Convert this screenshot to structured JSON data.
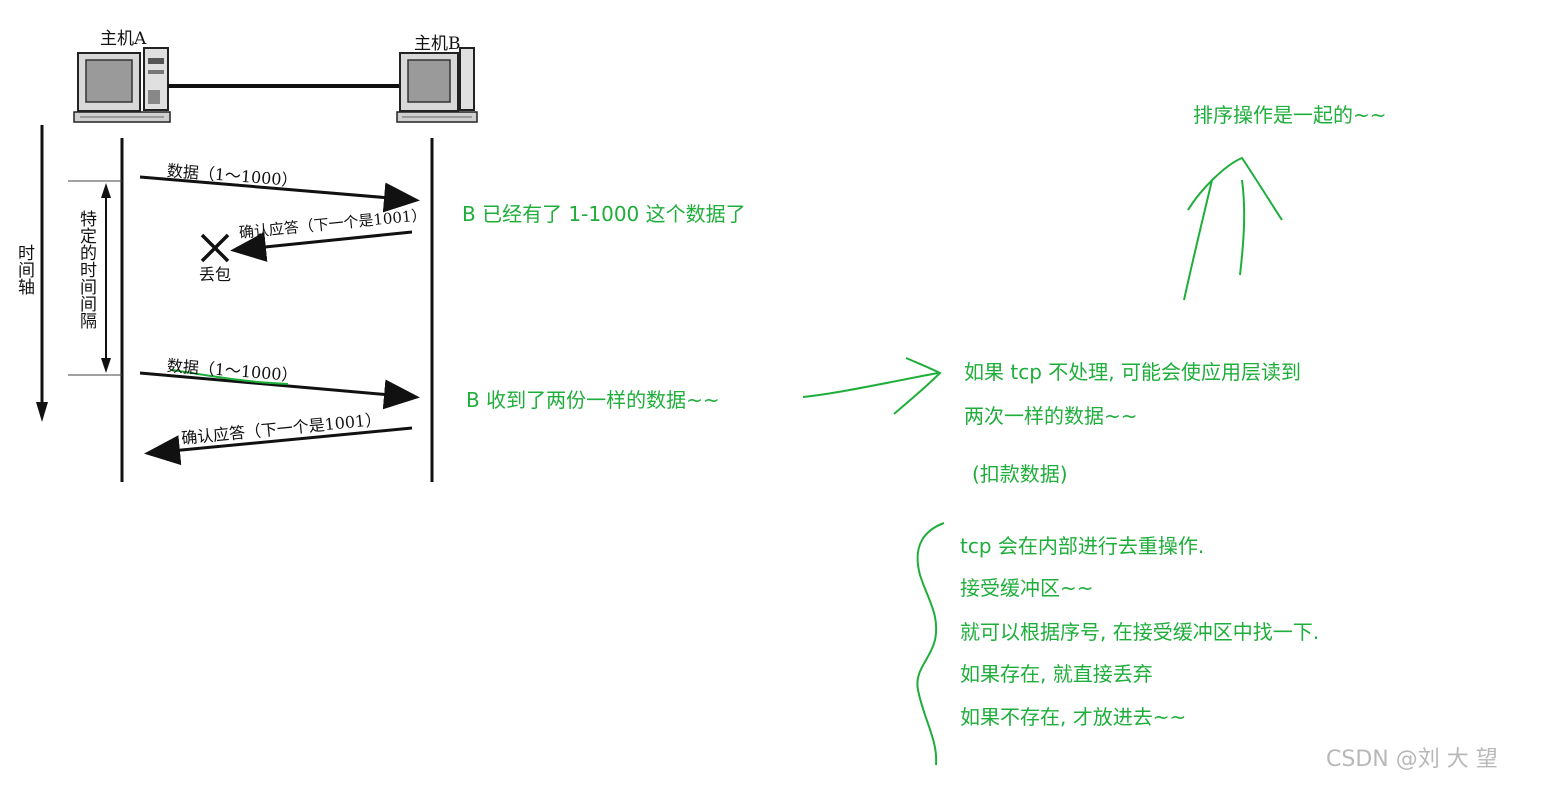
{
  "diagram": {
    "host_a": "主机A",
    "host_b": "主机B",
    "time_axis": "时间轴",
    "interval": "特定的时间间隔",
    "data1": "数据（1～1000）",
    "ack1": "确认应答（下一个是1001）",
    "lost": "丢包",
    "data2": "数据（1～1000）",
    "ack2": "确认应答（下一个是1001）"
  },
  "notes": {
    "b_has": "B 已经有了 1-1000 这个数据了",
    "b_received_twice": "B 收到了两份一样的数据~~",
    "if_not_handled_1": "如果 tcp 不处理, 可能会使应用层读到",
    "if_not_handled_2": "两次一样的数据~~",
    "deduct": "(扣款数据)",
    "sort": "排序操作是一起的~~",
    "dedupe_1": "tcp 会在内部进行去重操作.",
    "dedupe_2": "接受缓冲区~~",
    "dedupe_3": "就可以根据序号, 在接受缓冲区中找一下.",
    "dedupe_4": "如果存在, 就直接丢弃",
    "dedupe_5": "如果不存在, 才放进去~~"
  },
  "watermark": "CSDN @刘 大 望",
  "colors": {
    "annotation": "#1fae3b",
    "diagram_ink": "#111111",
    "watermark": "#b8b8b8"
  }
}
